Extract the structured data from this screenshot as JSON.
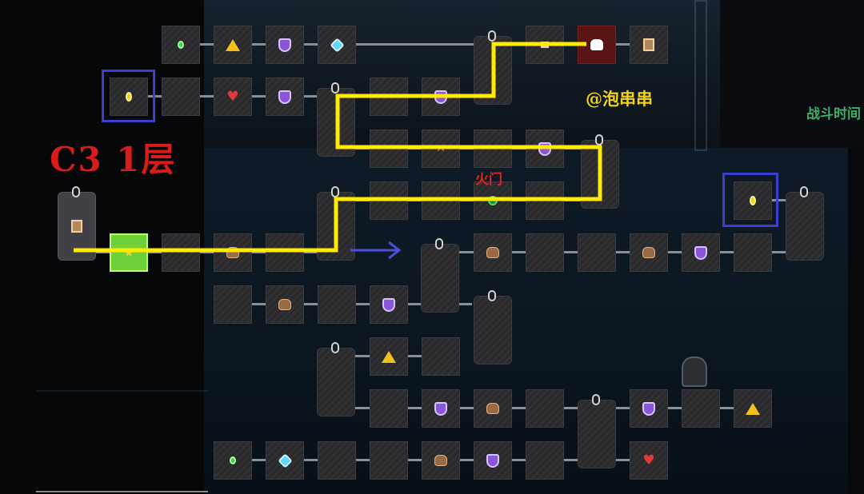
{
  "labels": {
    "floor_title": "C3 1层",
    "watermark": "@泡串串",
    "battle_time": "战斗时间",
    "fire_door": "火门"
  },
  "colors": {
    "route_line": "#ffeb00",
    "highlight_box": "#3a3fd0",
    "direction_arrow": "#4a4fd8",
    "start_room": "#6fd13a",
    "boss_room": "#5a1414"
  },
  "map": {
    "rooms": [
      {
        "name": "room-emerald-top",
        "icon": "emerald-icon"
      },
      {
        "name": "room-warning-top",
        "icon": "warning-icon"
      },
      {
        "name": "room-shield-top",
        "icon": "shield-icon"
      },
      {
        "name": "room-gem-top",
        "icon": "gem-icon"
      },
      {
        "name": "room-scroll-top",
        "icon": "scroll-icon"
      },
      {
        "name": "room-boss",
        "icon": "skull-icon"
      },
      {
        "name": "room-chest-top",
        "icon": "chest-icon"
      },
      {
        "name": "room-coin-left",
        "icon": "coin-icon",
        "highlighted": true
      },
      {
        "name": "room-heart-left",
        "icon": "heart-icon"
      },
      {
        "name": "room-shield-left",
        "icon": "shield-icon"
      },
      {
        "name": "room-shield-mid",
        "icon": "shield-icon"
      },
      {
        "name": "room-cross-mid",
        "icon": "cross-icon"
      },
      {
        "name": "room-shield-mid2",
        "icon": "shield-icon"
      },
      {
        "name": "room-fire-door",
        "icon": "green-orb-icon"
      },
      {
        "name": "room-start",
        "icon": "star-icon"
      },
      {
        "name": "room-coin-right",
        "icon": "coin-icon",
        "highlighted": true
      },
      {
        "name": "room-bag",
        "icon": "bag-icon"
      },
      {
        "name": "room-heart-bottom",
        "icon": "heart-icon"
      }
    ]
  }
}
